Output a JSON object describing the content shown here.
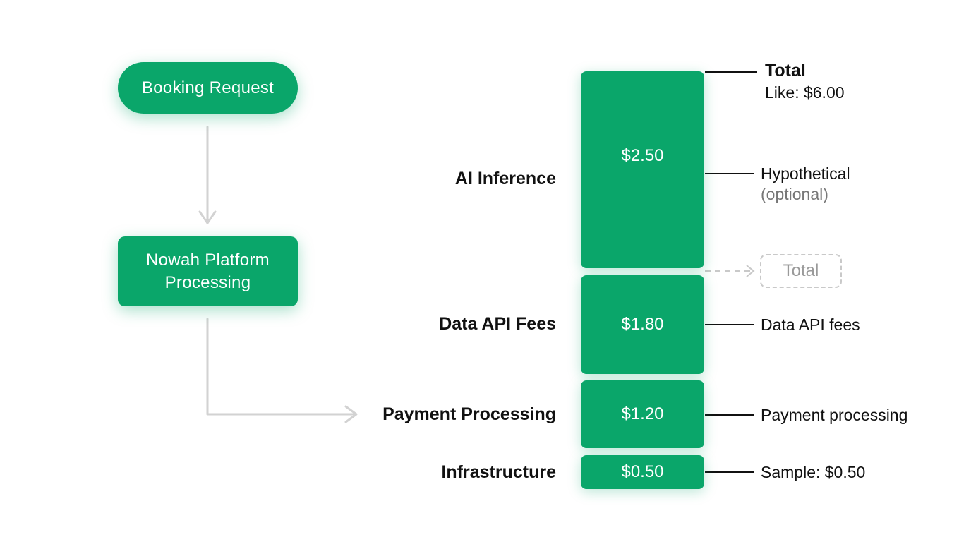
{
  "flow": {
    "start_node": "Booking Request",
    "process_node": "Nowah Platform\nProcessing"
  },
  "cost_stack": {
    "segments": [
      {
        "category": "AI Inference",
        "value_label": "$2.50",
        "value": 2.5
      },
      {
        "category": "Data API Fees",
        "value_label": "$1.80",
        "value": 1.8
      },
      {
        "category": "Payment Processing",
        "value_label": "$1.20",
        "value": 1.2
      },
      {
        "category": "Infrastructure",
        "value_label": "$0.50",
        "value": 0.5
      }
    ],
    "total": {
      "title": "Total",
      "subtitle": "Like: $6.00"
    },
    "annotations": {
      "ai": {
        "main": "Hypothetical",
        "sub": "(optional)"
      },
      "ghost_total": "Total",
      "data": "Data API fees",
      "payment": "Payment processing",
      "infra": "Sample: $0.50"
    }
  },
  "colors": {
    "accent": "#0aa66a",
    "connector": "#d2d2d2",
    "annotation_line": "#111111",
    "ghost": "#c9c9c9"
  }
}
